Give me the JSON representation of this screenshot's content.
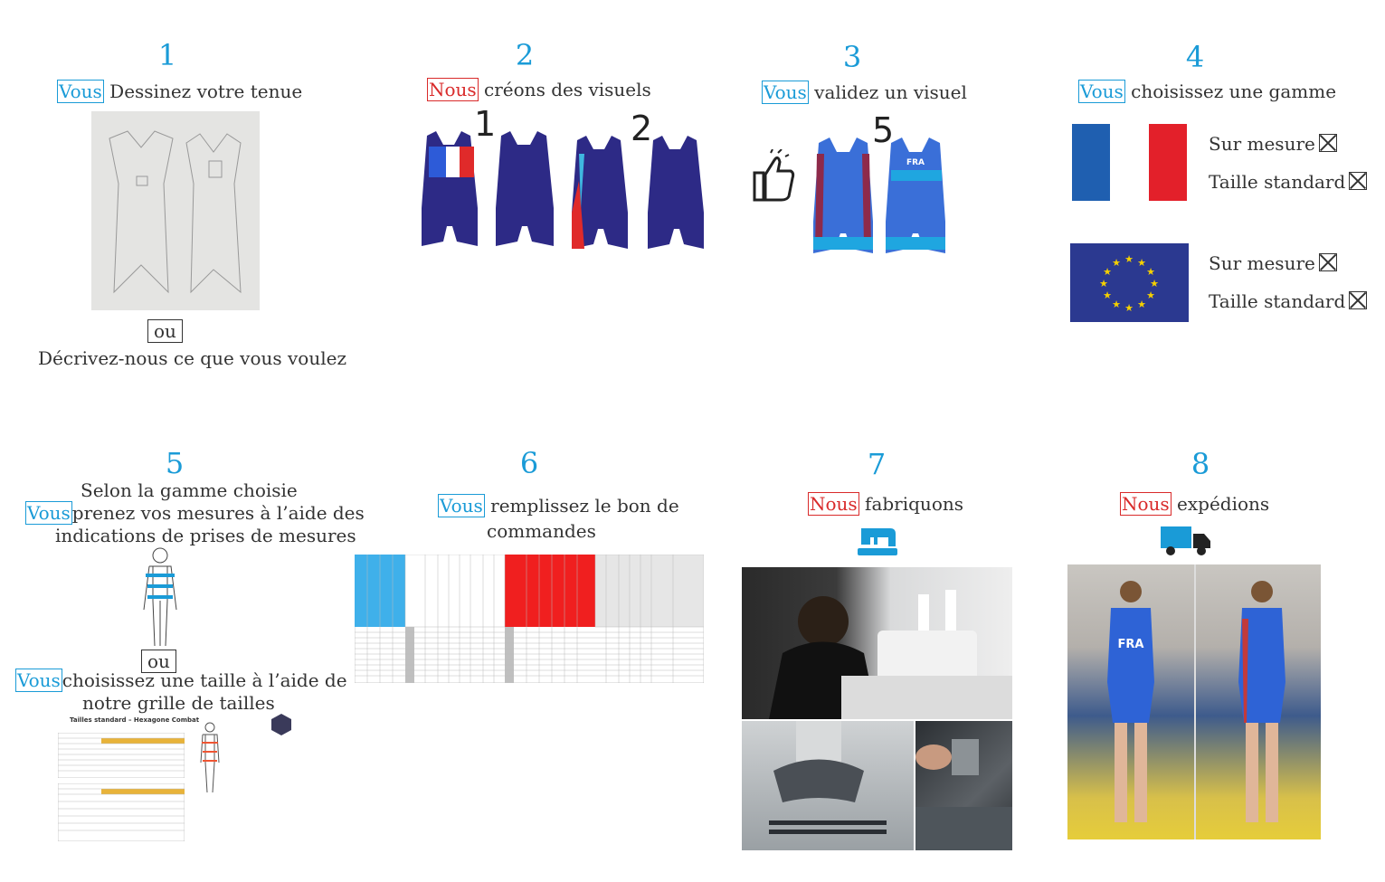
{
  "steps": [
    {
      "number": "1",
      "who": "Vous",
      "text": "Dessinez votre tenue",
      "or": "ou",
      "alt": "Décrivez-nous ce que vous voulez"
    },
    {
      "number": "2",
      "who": "Nous",
      "text": "créons des visuels",
      "label1": "1",
      "label2": "2"
    },
    {
      "number": "3",
      "who": "Vous",
      "text": "validez un visuel",
      "label": "5",
      "jersey_text": "FRA"
    },
    {
      "number": "4",
      "who": "Vous",
      "text": "choisissez une gamme",
      "options": [
        {
          "range": "france",
          "opt1": "Sur mesure",
          "opt2": "Taille standard"
        },
        {
          "range": "europe",
          "opt1": "Sur mesure",
          "opt2": "Taille standard"
        }
      ]
    },
    {
      "number": "5",
      "line1": "Selon la gamme choisie",
      "who": "Vous",
      "line2": "prenez vos mesures à l’aide des",
      "line3": "indications de prises de mesures",
      "or": "ou",
      "who2": "Vous",
      "line4": "choisissez une taille à l’aide de",
      "line5": "notre grille de tailles",
      "size_chart_title": "Tailles standard – Hexagone Combat"
    },
    {
      "number": "6",
      "who": "Vous",
      "text": "remplissez le bon de",
      "text2": "commandes"
    },
    {
      "number": "7",
      "who": "Nous",
      "text": "fabriquons",
      "icon": "sewing-machine-icon"
    },
    {
      "number": "8",
      "who": "Nous",
      "text": "expédions",
      "icon": "delivery-truck-icon",
      "jersey_text": "FRA"
    }
  ],
  "colors": {
    "accent_blue": "#1a9bd7",
    "accent_red": "#d92b2b",
    "suit_navy": "#2d2a86",
    "suit_blue": "#3a6fd8"
  }
}
